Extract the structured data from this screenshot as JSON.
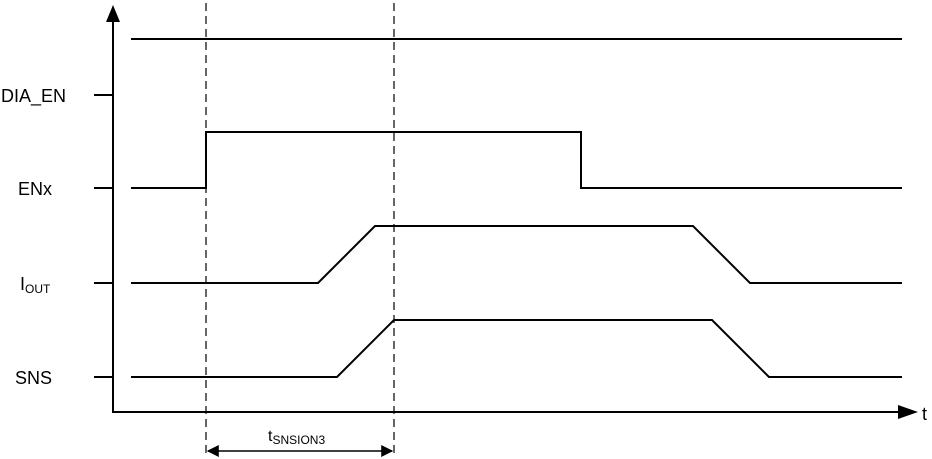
{
  "signals": {
    "dia_en": "DIA_EN",
    "enx": "ENx",
    "iout_main": "I",
    "iout_sub": "OUT",
    "sns": "SNS"
  },
  "axis": {
    "time_label": "t"
  },
  "timing": {
    "main": "t",
    "sub": "SNSION3"
  }
}
